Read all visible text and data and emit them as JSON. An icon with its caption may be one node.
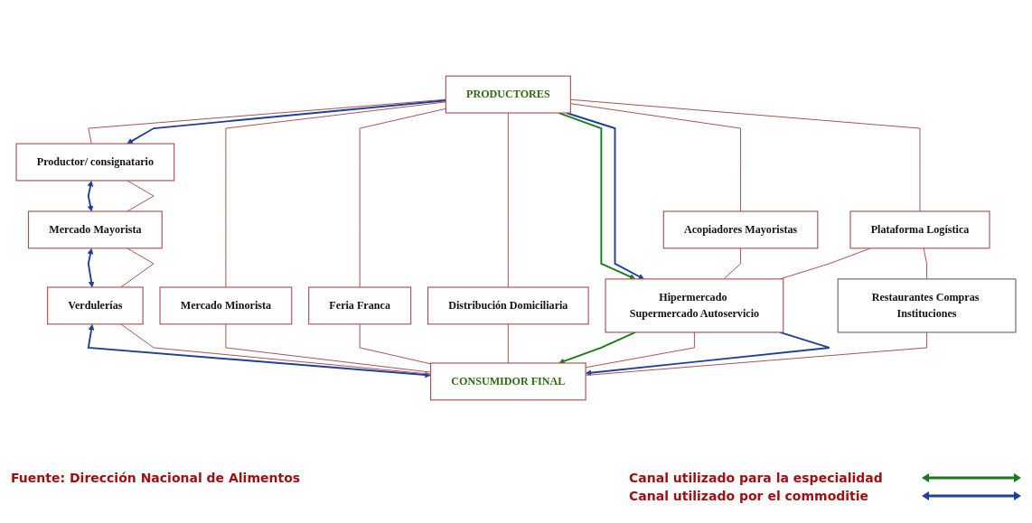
{
  "diagram": {
    "nodes": [
      {
        "text": [
          "PRODUCTORES"
        ]
      },
      {
        "text": [
          "Mercado Minorista"
        ]
      },
      {
        "text": [
          "Feria Franca"
        ]
      },
      {
        "text": [
          "Distribución Domiciliaria"
        ]
      },
      {
        "text": [
          "Productor/ consignatario"
        ]
      },
      {
        "text": [
          "Acopiadores Mayoristas"
        ]
      },
      {
        "text": [
          "Plataforma Logística"
        ]
      },
      {
        "text": [
          "Mercado Mayorista"
        ]
      },
      {
        "text": [
          "Hipermercado Supermercado Autoservicio"
        ]
      },
      {
        "text": [
          "Restaurantes Compras Instituciones"
        ]
      },
      {
        "text": [
          "Verdulerías"
        ]
      },
      {
        "text": [
          "CONSUMIDOR FINAL"
        ]
      }
    ],
    "edges": [
      {
        "from": 0,
        "to": 1,
        "arrow": "none"
      },
      {
        "from": 0,
        "to": 2,
        "arrow": "none"
      },
      {
        "from": 0,
        "to": 3,
        "arrow": "none"
      },
      {
        "from": 0,
        "to": 4,
        "arrow": "none"
      },
      {
        "from": 0,
        "to": 4,
        "arrow": "to",
        "color": "#1f3f9f"
      },
      {
        "from": 0,
        "to": 8,
        "arrow": "to",
        "color": "#1a7a1a"
      },
      {
        "from": 0,
        "to": 8,
        "arrow": "to",
        "color": "#1f3f9f"
      },
      {
        "from": 0,
        "to": 5,
        "arrow": "none"
      },
      {
        "from": 0,
        "to": 6,
        "arrow": "none"
      },
      {
        "from": 4,
        "to": 7,
        "arrow": "both",
        "color": "#1f3f9f"
      },
      {
        "from": 4,
        "to": 7,
        "arrow": "none"
      },
      {
        "from": 5,
        "to": 8,
        "arrow": "none"
      },
      {
        "from": 6,
        "to": 8,
        "arrow": "none"
      },
      {
        "from": 6,
        "to": 9,
        "arrow": "none"
      },
      {
        "from": 7,
        "to": 10,
        "arrow": "both",
        "color": "#1f3f9f"
      },
      {
        "from": 7,
        "to": 10,
        "arrow": "none"
      },
      {
        "from": 10,
        "to": 11,
        "arrow": "both",
        "color": "#1f3f9f"
      },
      {
        "from": 10,
        "to": 11,
        "arrow": "none"
      },
      {
        "from": 1,
        "to": 11,
        "arrow": "none"
      },
      {
        "from": 2,
        "to": 11,
        "arrow": "none"
      },
      {
        "from": 3,
        "to": 11,
        "arrow": "none"
      },
      {
        "from": 8,
        "to": 11,
        "arrow": "to",
        "color": "#1a7a1a"
      },
      {
        "from": 8,
        "to": 11,
        "arrow": "none"
      },
      {
        "from": 8,
        "to": 11,
        "arrow": "to",
        "color": "#1f3f9f"
      },
      {
        "from": 9,
        "to": 11,
        "arrow": "none"
      }
    ],
    "labels": [
      "Fuente: Dirección Nacional de Alimentos"
    ],
    "legend": [
      {
        "text": "Canal utilizado para la especialidad",
        "color": "#1a7a1a"
      },
      {
        "text": "Canal utilizado por el commoditie",
        "color": "#1f3f9f"
      }
    ]
  }
}
